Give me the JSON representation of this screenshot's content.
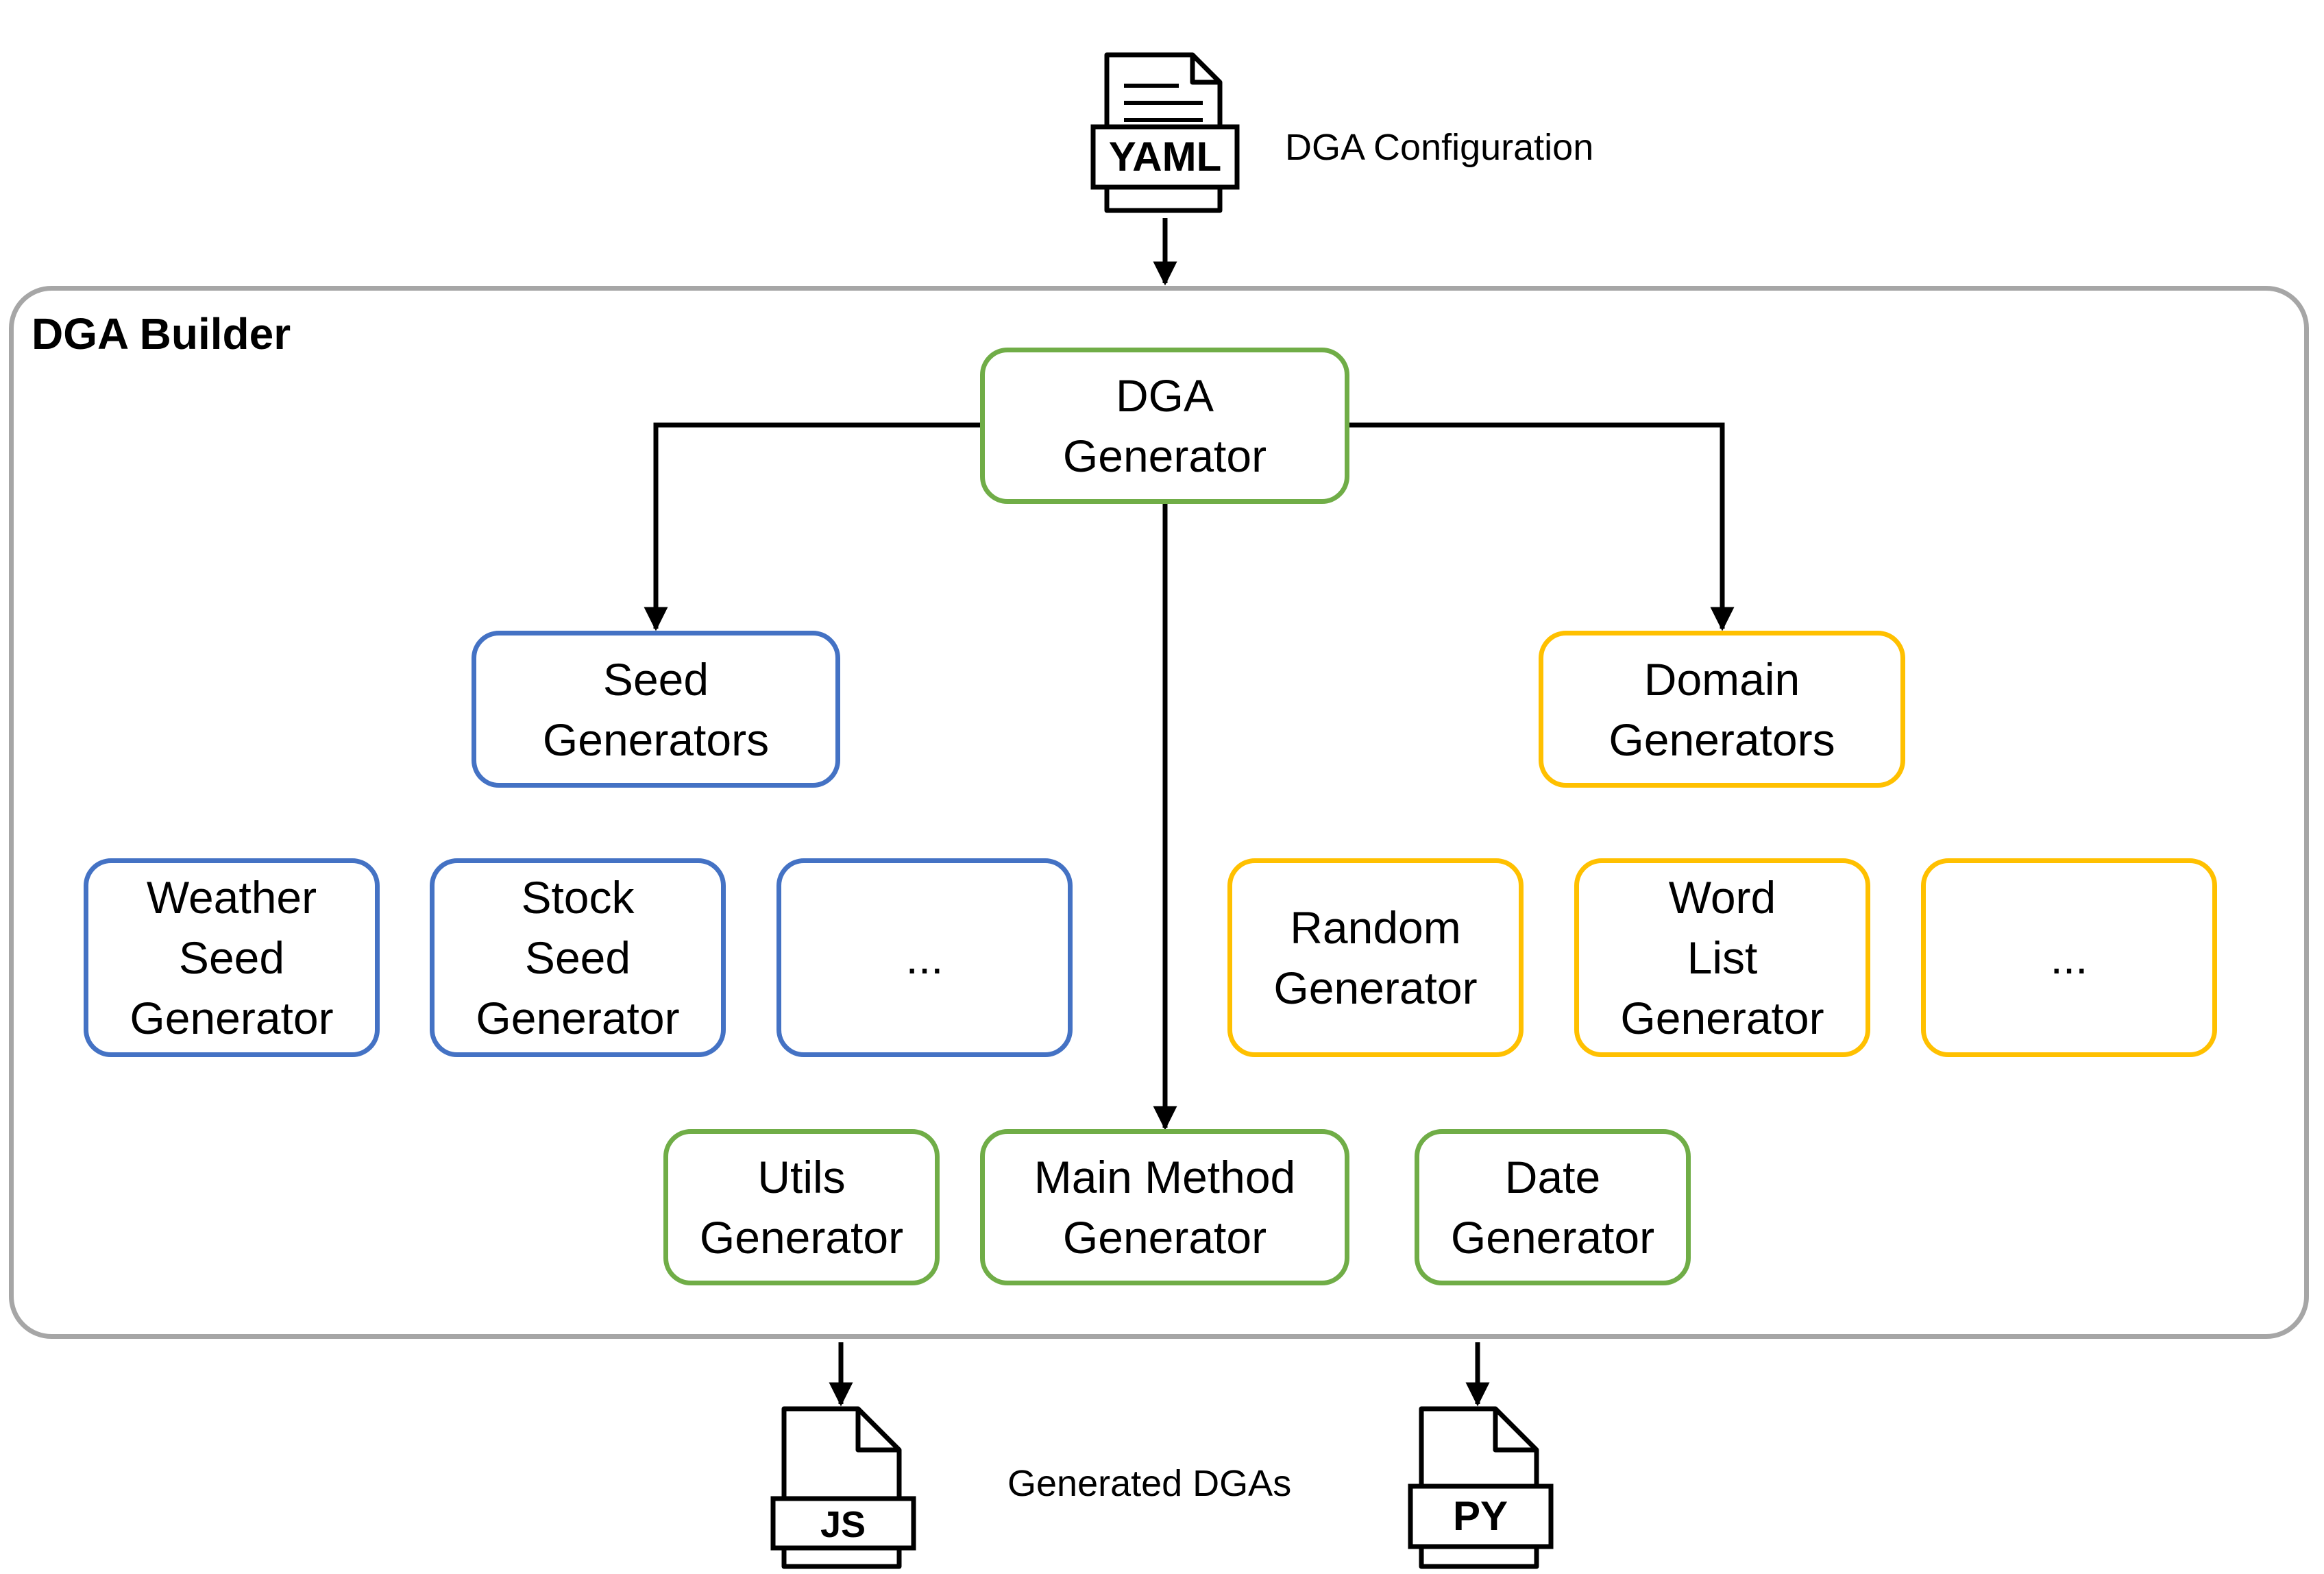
{
  "input": {
    "file_type": "YAML",
    "label": "DGA Configuration"
  },
  "builder": {
    "title": "DGA Builder",
    "dga_generator": [
      "DGA",
      "Generator"
    ],
    "seed_generators": {
      "title": [
        "Seed",
        "Generators"
      ],
      "items": [
        [
          "Weather",
          "Seed",
          "Generator"
        ],
        [
          "Stock",
          "Seed",
          "Generator"
        ],
        [
          "..."
        ]
      ]
    },
    "domain_generators": {
      "title": [
        "Domain",
        "Generators"
      ],
      "items": [
        [
          "Random",
          "Generator"
        ],
        [
          "Word",
          "List",
          "Generator"
        ],
        [
          "..."
        ]
      ]
    },
    "bottom_generators": [
      [
        "Utils",
        "Generator"
      ],
      [
        "Main Method",
        "Generator"
      ],
      [
        "Date",
        "Generator"
      ]
    ]
  },
  "output": {
    "label": "Generated DGAs",
    "files": [
      "JS",
      "PY"
    ]
  },
  "colors": {
    "core": "#70ad47",
    "seed": "#4472c4",
    "domain": "#ffc000",
    "container": "#a6a6a6"
  },
  "icons": [
    "yaml-file-icon",
    "js-file-icon",
    "py-file-icon"
  ]
}
